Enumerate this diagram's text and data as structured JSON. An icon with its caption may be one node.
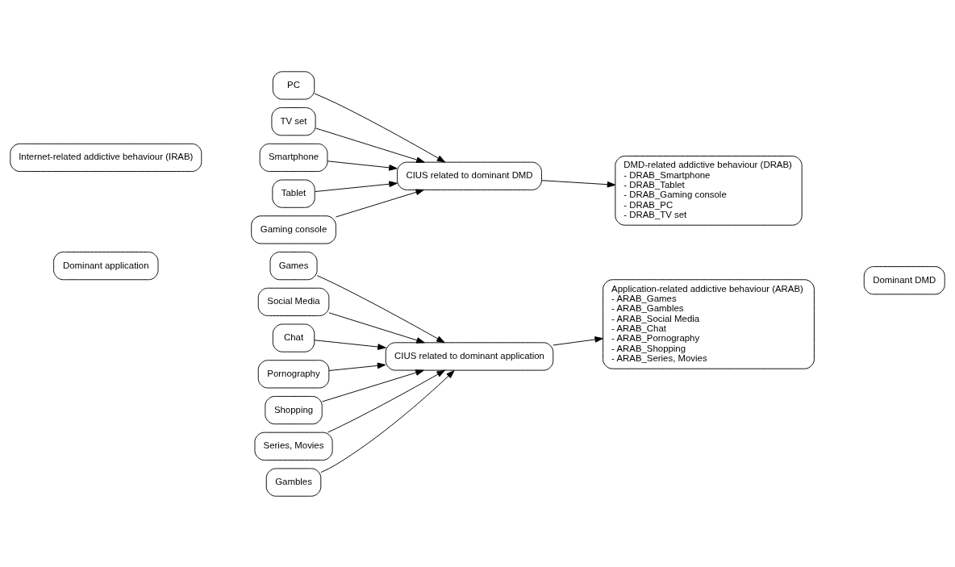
{
  "diagram": {
    "nodes": [
      {
        "text": [
          "Dominant application"
        ]
      },
      {
        "text": [
          "Games"
        ]
      },
      {
        "text": [
          "Gambles"
        ]
      },
      {
        "text": [
          "Social Media"
        ]
      },
      {
        "text": [
          "Chat"
        ]
      },
      {
        "text": [
          "Pornography"
        ]
      },
      {
        "text": [
          "Shopping"
        ]
      },
      {
        "text": [
          "Series, Movies"
        ]
      },
      {
        "text": [
          "CIUS related to dominant application"
        ]
      },
      {
        "text": [
          "Application-related addictive behaviour (ARAB)",
          "- ARAB_Games",
          "- ARAB_Gambles",
          "- ARAB_Social Media",
          "- ARAB_Chat",
          "- ARAB_Pornography",
          "- ARAB_Shopping",
          "- ARAB_Series, Movies"
        ]
      },
      {
        "text": [
          "Internet-related addictive behaviour (IRAB)"
        ]
      },
      {
        "text": [
          "Dominant DMD"
        ]
      },
      {
        "text": [
          "Smartphone"
        ]
      },
      {
        "text": [
          "Tablet"
        ]
      },
      {
        "text": [
          "Gaming console"
        ]
      },
      {
        "text": [
          "PC"
        ]
      },
      {
        "text": [
          "TV set"
        ]
      },
      {
        "text": [
          "CIUS related to dominant DMD"
        ]
      },
      {
        "text": [
          "DMD-related addictive behaviour (DRAB)",
          "- DRAB_Smartphone",
          "- DRAB_Tablet",
          "- DRAB_Gaming console",
          "- DRAB_PC",
          "- DRAB_TV set"
        ]
      }
    ],
    "edges": [
      {
        "from": 1,
        "to": 8,
        "arrow": "to"
      },
      {
        "from": 2,
        "to": 8,
        "arrow": "to"
      },
      {
        "from": 3,
        "to": 8,
        "arrow": "to"
      },
      {
        "from": 4,
        "to": 8,
        "arrow": "to"
      },
      {
        "from": 5,
        "to": 8,
        "arrow": "to"
      },
      {
        "from": 6,
        "to": 8,
        "arrow": "to"
      },
      {
        "from": 7,
        "to": 8,
        "arrow": "to"
      },
      {
        "from": 8,
        "to": 9,
        "arrow": "to"
      },
      {
        "from": 12,
        "to": 17,
        "arrow": "to"
      },
      {
        "from": 13,
        "to": 17,
        "arrow": "to"
      },
      {
        "from": 14,
        "to": 17,
        "arrow": "to"
      },
      {
        "from": 15,
        "to": 17,
        "arrow": "to"
      },
      {
        "from": 16,
        "to": 17,
        "arrow": "to"
      },
      {
        "from": 17,
        "to": 18,
        "arrow": "to"
      }
    ]
  }
}
